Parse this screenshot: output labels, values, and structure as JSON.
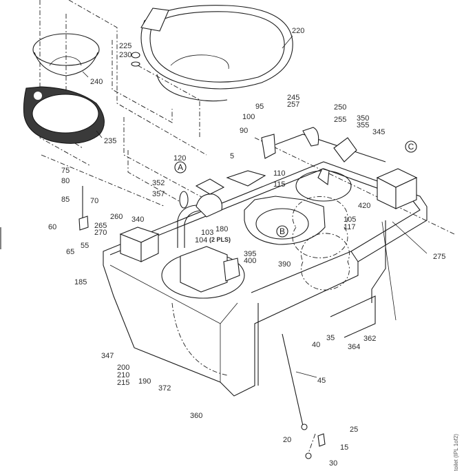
{
  "diagram": {
    "type": "exploded-parts-illustration",
    "subject": "Toilet assembly",
    "side_caption": "toilet (IPL 1of2)",
    "detail_markers": [
      {
        "id": "A",
        "label": "A"
      },
      {
        "id": "B",
        "label": "B"
      },
      {
        "id": "C",
        "label": "C"
      }
    ],
    "callouts": {
      "c220": "220",
      "c225": "225",
      "c230": "230",
      "c240": "240",
      "c235": "235",
      "c5": "5",
      "c120": "120",
      "c95": "95",
      "c100": "100",
      "c90": "90",
      "c245": "245",
      "c257": "257",
      "c250": "250",
      "c255": "255",
      "c350": "350",
      "c355": "355",
      "c345": "345",
      "c110": "110",
      "c115": "115",
      "c420": "420",
      "c105": "105",
      "c117": "117",
      "c75": "75",
      "c80": "80",
      "c85": "85",
      "c70": "70",
      "c60": "60",
      "c65": "65",
      "c55": "55",
      "c352": "352",
      "c357": "357",
      "c340": "340",
      "c260": "260",
      "c265": "265",
      "c270": "270",
      "c103": "103",
      "c104": "104",
      "c2pls": "(2 PLS)",
      "c180": "180",
      "c395": "395",
      "c400": "400",
      "c390": "390",
      "c275": "275",
      "c185": "185",
      "c347": "347",
      "c200": "200",
      "c210": "210",
      "c215": "215",
      "c190": "190",
      "c372": "372",
      "c360": "360",
      "c40": "40",
      "c35": "35",
      "c364": "364",
      "c362": "362",
      "c45": "45",
      "c25": "25",
      "c20": "20",
      "c15": "15",
      "c30": "30"
    }
  }
}
